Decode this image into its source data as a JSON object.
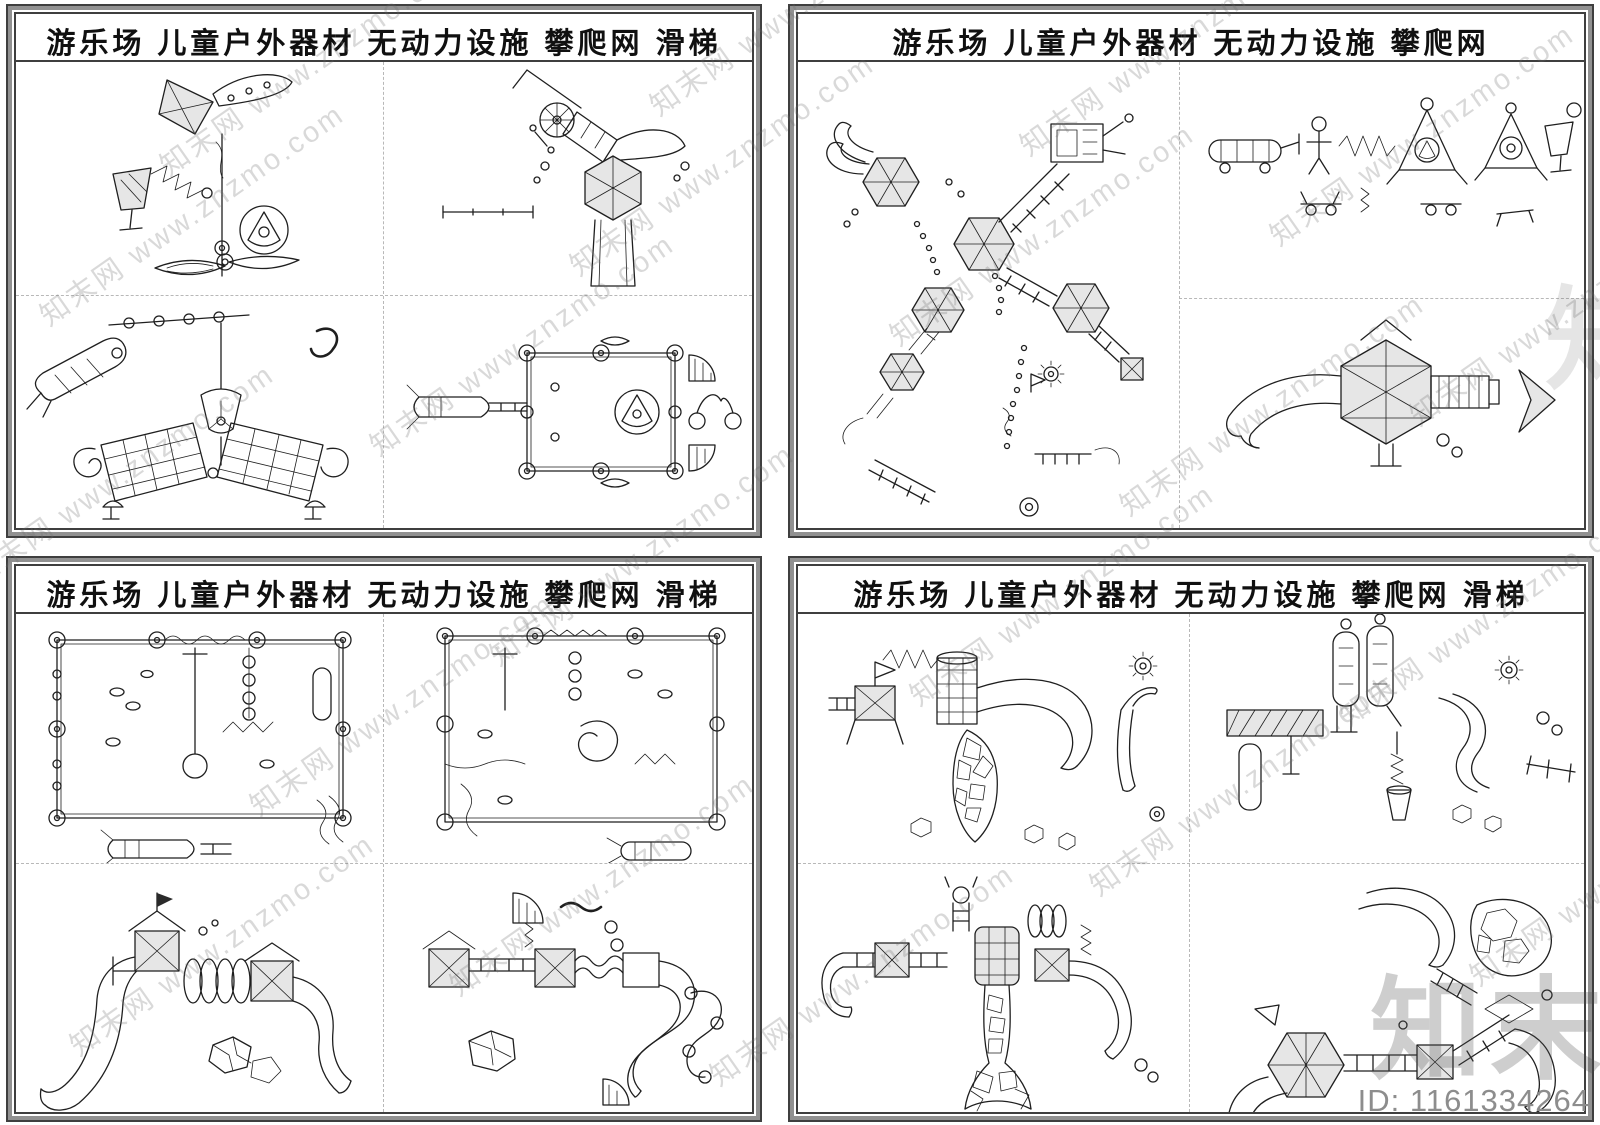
{
  "panels": [
    {
      "id": "top-left",
      "title": "游乐场 儿童户外器材 无动力设施 攀爬网 滑梯",
      "drawings": [
        "spinner-sculpture-elevation",
        "tower-slide-elevation",
        "rope-bridge-course-elevation",
        "square-frame-course-plan"
      ]
    },
    {
      "id": "top-right",
      "title": "游乐场 儿童户外器材 无动力设施 攀爬网",
      "drawings": [
        "climbing-net-cluster-plan",
        "spring-riders-row-elevation",
        "hexagon-slide-plan"
      ]
    },
    {
      "id": "bottom-left",
      "title": "游乐场 儿童户外器材 无动力设施 攀爬网 滑梯",
      "drawings": [
        "rope-course-plan-a",
        "rope-course-plan-b",
        "combination-slide-elevation-a",
        "combination-slide-elevation-b"
      ]
    },
    {
      "id": "bottom-right",
      "title": "游乐场 儿童户外器材 无动力设施 攀爬网 滑梯",
      "drawings": [
        "flag-tower-slide-elevation",
        "capsule-towers-elevation",
        "giraffe-tower-plan",
        "radial-slides-plan"
      ]
    }
  ],
  "watermark": {
    "text": "知末网 www.znzmo.com",
    "brand": "知末",
    "color": "#d9d9d9"
  },
  "footer": {
    "id_label": "ID: 1161334264"
  }
}
